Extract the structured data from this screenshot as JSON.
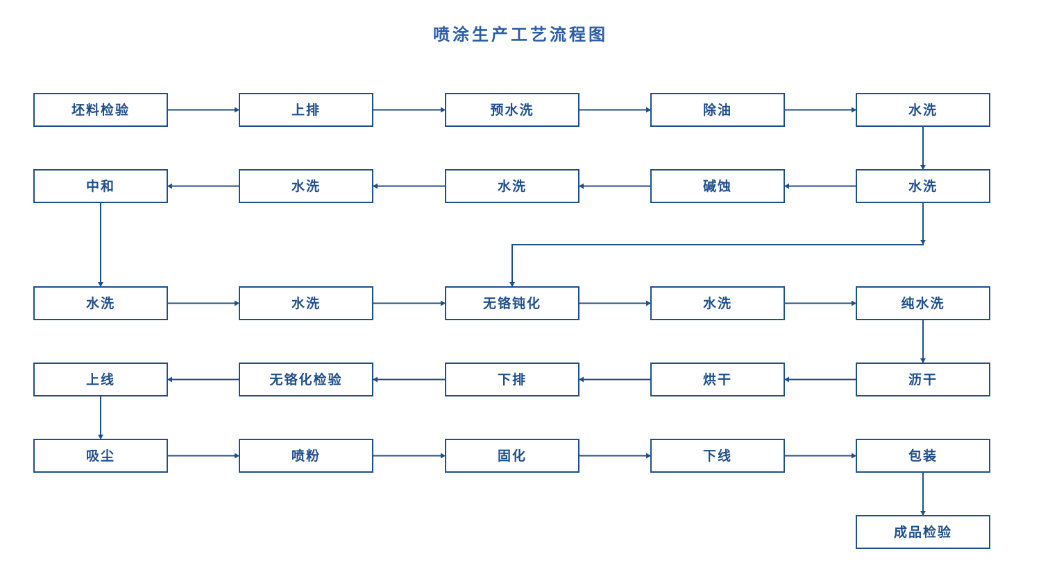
{
  "title": "喷涂生产工艺流程图",
  "colors": {
    "line": "#1f4e8c",
    "title": "#2a5ca8"
  },
  "steps": [
    {
      "id": "s1",
      "label": "坯料检验"
    },
    {
      "id": "s2",
      "label": "上排"
    },
    {
      "id": "s3",
      "label": "预水洗"
    },
    {
      "id": "s4",
      "label": "除油"
    },
    {
      "id": "s5",
      "label": "水洗"
    },
    {
      "id": "s6",
      "label": "水洗"
    },
    {
      "id": "s7",
      "label": "碱蚀"
    },
    {
      "id": "s8",
      "label": "水洗"
    },
    {
      "id": "s9",
      "label": "水洗"
    },
    {
      "id": "s10",
      "label": "中和"
    },
    {
      "id": "s11",
      "label": "水洗"
    },
    {
      "id": "s12",
      "label": "水洗"
    },
    {
      "id": "s13",
      "label": "无铬钝化"
    },
    {
      "id": "s14",
      "label": "水洗"
    },
    {
      "id": "s15",
      "label": "纯水洗"
    },
    {
      "id": "s16",
      "label": "沥干"
    },
    {
      "id": "s17",
      "label": "烘干"
    },
    {
      "id": "s18",
      "label": "下排"
    },
    {
      "id": "s19",
      "label": "无铬化检验"
    },
    {
      "id": "s20",
      "label": "上线"
    },
    {
      "id": "s21",
      "label": "吸尘"
    },
    {
      "id": "s22",
      "label": "喷粉"
    },
    {
      "id": "s23",
      "label": "固化"
    },
    {
      "id": "s24",
      "label": "下线"
    },
    {
      "id": "s25",
      "label": "包装"
    },
    {
      "id": "s26",
      "label": "成品检验"
    }
  ],
  "links": [
    {
      "from": "s1",
      "to": "s2"
    },
    {
      "from": "s2",
      "to": "s3"
    },
    {
      "from": "s3",
      "to": "s4"
    },
    {
      "from": "s4",
      "to": "s5"
    },
    {
      "from": "s5",
      "to": "s6"
    },
    {
      "from": "s6",
      "to": "s7"
    },
    {
      "from": "s7",
      "to": "s8"
    },
    {
      "from": "s8",
      "to": "s9"
    },
    {
      "from": "s9",
      "to": "s10"
    },
    {
      "from": "s10",
      "to": "s11"
    },
    {
      "from": "s11",
      "to": "s12"
    },
    {
      "from": "s12",
      "to": "s13"
    },
    {
      "from": "s6",
      "to": "s13"
    },
    {
      "from": "s13",
      "to": "s14"
    },
    {
      "from": "s14",
      "to": "s15"
    },
    {
      "from": "s15",
      "to": "s16"
    },
    {
      "from": "s16",
      "to": "s17"
    },
    {
      "from": "s17",
      "to": "s18"
    },
    {
      "from": "s18",
      "to": "s19"
    },
    {
      "from": "s19",
      "to": "s20"
    },
    {
      "from": "s20",
      "to": "s21"
    },
    {
      "from": "s21",
      "to": "s22"
    },
    {
      "from": "s22",
      "to": "s23"
    },
    {
      "from": "s23",
      "to": "s24"
    },
    {
      "from": "s24",
      "to": "s25"
    },
    {
      "from": "s25",
      "to": "s26"
    }
  ]
}
